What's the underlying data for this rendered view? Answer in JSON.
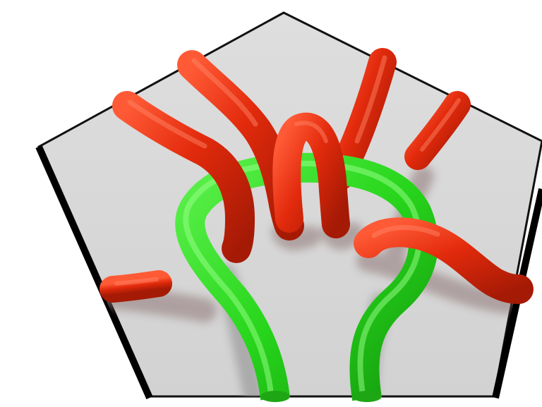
{
  "colors": {
    "background": "#ffffff",
    "pentagon_fill": "#d8d8d8",
    "pentagon_outline": "#111111",
    "strand_red": "#e22a0c",
    "strand_red_dark": "#8a1604",
    "strand_red_highlight": "#ff7a5a",
    "strand_green": "#28d61c",
    "strand_green_dark": "#0c7d08",
    "strand_green_highlight": "#8bff7a",
    "shadow": "#9a7e7e"
  },
  "diagram": {
    "shape": "pentagon",
    "thick_edges": [
      "left",
      "right"
    ],
    "red_strand_count": 7,
    "green_strand_count": 1
  }
}
